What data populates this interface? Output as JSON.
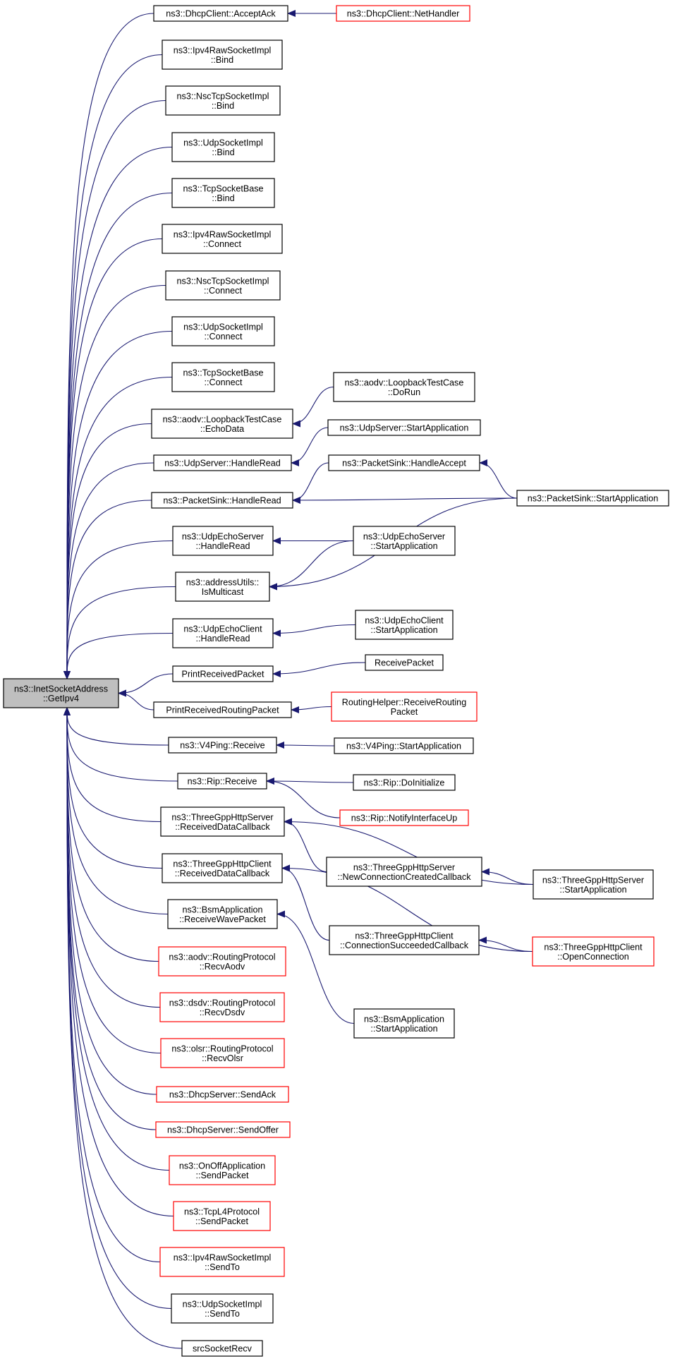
{
  "diagram": {
    "kind": "caller graph",
    "edge_color": "#191970",
    "focus_fill": "#bfbfbf",
    "incomplete_border_color": "#ff0000",
    "nodes": [
      {
        "id": "root",
        "lines": [
          "ns3::InetSocketAddress",
          "::GetIpv4"
        ],
        "style": "focus"
      },
      {
        "id": "n1",
        "lines": [
          "ns3::DhcpClient::AcceptAck"
        ],
        "style": "normal"
      },
      {
        "id": "n2",
        "lines": [
          "ns3::Ipv4RawSocketImpl",
          "::Bind"
        ],
        "style": "normal"
      },
      {
        "id": "n3",
        "lines": [
          "ns3::NscTcpSocketImpl",
          "::Bind"
        ],
        "style": "normal"
      },
      {
        "id": "n4",
        "lines": [
          "ns3::UdpSocketImpl",
          "::Bind"
        ],
        "style": "normal"
      },
      {
        "id": "n5",
        "lines": [
          "ns3::TcpSocketBase",
          "::Bind"
        ],
        "style": "normal"
      },
      {
        "id": "n6",
        "lines": [
          "ns3::Ipv4RawSocketImpl",
          "::Connect"
        ],
        "style": "normal"
      },
      {
        "id": "n7",
        "lines": [
          "ns3::NscTcpSocketImpl",
          "::Connect"
        ],
        "style": "normal"
      },
      {
        "id": "n8",
        "lines": [
          "ns3::UdpSocketImpl",
          "::Connect"
        ],
        "style": "normal"
      },
      {
        "id": "n9",
        "lines": [
          "ns3::TcpSocketBase",
          "::Connect"
        ],
        "style": "normal"
      },
      {
        "id": "n10",
        "lines": [
          "ns3::aodv::LoopbackTestCase",
          "::EchoData"
        ],
        "style": "normal"
      },
      {
        "id": "n11",
        "lines": [
          "ns3::UdpServer::HandleRead"
        ],
        "style": "normal"
      },
      {
        "id": "n12",
        "lines": [
          "ns3::PacketSink::HandleRead"
        ],
        "style": "normal"
      },
      {
        "id": "n13",
        "lines": [
          "ns3::UdpEchoServer",
          "::HandleRead"
        ],
        "style": "normal"
      },
      {
        "id": "n14",
        "lines": [
          "ns3::addressUtils::",
          "IsMulticast"
        ],
        "style": "normal"
      },
      {
        "id": "n15",
        "lines": [
          "ns3::UdpEchoClient",
          "::HandleRead"
        ],
        "style": "normal"
      },
      {
        "id": "n16",
        "lines": [
          "PrintReceivedPacket"
        ],
        "style": "normal"
      },
      {
        "id": "n17",
        "lines": [
          "PrintReceivedRoutingPacket"
        ],
        "style": "normal"
      },
      {
        "id": "n18",
        "lines": [
          "ns3::V4Ping::Receive"
        ],
        "style": "normal"
      },
      {
        "id": "n19",
        "lines": [
          "ns3::Rip::Receive"
        ],
        "style": "normal"
      },
      {
        "id": "n20",
        "lines": [
          "ns3::ThreeGppHttpServer",
          "::ReceivedDataCallback"
        ],
        "style": "normal"
      },
      {
        "id": "n21",
        "lines": [
          "ns3::ThreeGppHttpClient",
          "::ReceivedDataCallback"
        ],
        "style": "normal"
      },
      {
        "id": "n22",
        "lines": [
          "ns3::BsmApplication",
          "::ReceiveWavePacket"
        ],
        "style": "normal"
      },
      {
        "id": "n23",
        "lines": [
          "ns3::aodv::RoutingProtocol",
          "::RecvAodv"
        ],
        "style": "red"
      },
      {
        "id": "n24",
        "lines": [
          "ns3::dsdv::RoutingProtocol",
          "::RecvDsdv"
        ],
        "style": "red"
      },
      {
        "id": "n25",
        "lines": [
          "ns3::olsr::RoutingProtocol",
          "::RecvOlsr"
        ],
        "style": "red"
      },
      {
        "id": "n26",
        "lines": [
          "ns3::DhcpServer::SendAck"
        ],
        "style": "red"
      },
      {
        "id": "n27",
        "lines": [
          "ns3::DhcpServer::SendOffer"
        ],
        "style": "red"
      },
      {
        "id": "n28",
        "lines": [
          "ns3::OnOffApplication",
          "::SendPacket"
        ],
        "style": "red"
      },
      {
        "id": "n29",
        "lines": [
          "ns3::TcpL4Protocol",
          "::SendPacket"
        ],
        "style": "red"
      },
      {
        "id": "n30",
        "lines": [
          "ns3::Ipv4RawSocketImpl",
          "::SendTo"
        ],
        "style": "red"
      },
      {
        "id": "n31",
        "lines": [
          "ns3::UdpSocketImpl",
          "::SendTo"
        ],
        "style": "normal"
      },
      {
        "id": "n32",
        "lines": [
          "srcSocketRecv"
        ],
        "style": "normal"
      },
      {
        "id": "m1",
        "lines": [
          "ns3::DhcpClient::NetHandler"
        ],
        "style": "red"
      },
      {
        "id": "m2",
        "lines": [
          "ns3::aodv::LoopbackTestCase",
          "::DoRun"
        ],
        "style": "normal"
      },
      {
        "id": "m3",
        "lines": [
          "ns3::UdpServer::StartApplication"
        ],
        "style": "normal"
      },
      {
        "id": "m4",
        "lines": [
          "ns3::PacketSink::HandleAccept"
        ],
        "style": "normal"
      },
      {
        "id": "m5",
        "lines": [
          "ns3::UdpEchoServer",
          "::StartApplication"
        ],
        "style": "normal"
      },
      {
        "id": "m6",
        "lines": [
          "ns3::UdpEchoClient",
          "::StartApplication"
        ],
        "style": "normal"
      },
      {
        "id": "m7",
        "lines": [
          "ReceivePacket"
        ],
        "style": "normal"
      },
      {
        "id": "m8",
        "lines": [
          "RoutingHelper::ReceiveRouting",
          "Packet"
        ],
        "style": "red"
      },
      {
        "id": "m9",
        "lines": [
          "ns3::V4Ping::StartApplication"
        ],
        "style": "normal"
      },
      {
        "id": "m10",
        "lines": [
          "ns3::Rip::DoInitialize"
        ],
        "style": "normal"
      },
      {
        "id": "m11",
        "lines": [
          "ns3::Rip::NotifyInterfaceUp"
        ],
        "style": "red"
      },
      {
        "id": "m12",
        "lines": [
          "ns3::ThreeGppHttpServer",
          "::NewConnectionCreatedCallback"
        ],
        "style": "normal"
      },
      {
        "id": "m13",
        "lines": [
          "ns3::ThreeGppHttpClient",
          "::ConnectionSucceededCallback"
        ],
        "style": "normal"
      },
      {
        "id": "m14",
        "lines": [
          "ns3::BsmApplication",
          "::StartApplication"
        ],
        "style": "normal"
      },
      {
        "id": "r1",
        "lines": [
          "ns3::PacketSink::StartApplication"
        ],
        "style": "normal"
      },
      {
        "id": "r2",
        "lines": [
          "ns3::ThreeGppHttpServer",
          "::StartApplication"
        ],
        "style": "normal"
      },
      {
        "id": "r3",
        "lines": [
          "ns3::ThreeGppHttpClient",
          "::OpenConnection"
        ],
        "style": "red"
      }
    ],
    "edges": [
      {
        "from": "n1",
        "to": "root"
      },
      {
        "from": "n2",
        "to": "root"
      },
      {
        "from": "n3",
        "to": "root"
      },
      {
        "from": "n4",
        "to": "root"
      },
      {
        "from": "n5",
        "to": "root"
      },
      {
        "from": "n6",
        "to": "root"
      },
      {
        "from": "n7",
        "to": "root"
      },
      {
        "from": "n8",
        "to": "root"
      },
      {
        "from": "n9",
        "to": "root"
      },
      {
        "from": "n10",
        "to": "root"
      },
      {
        "from": "n11",
        "to": "root"
      },
      {
        "from": "n12",
        "to": "root"
      },
      {
        "from": "n13",
        "to": "root"
      },
      {
        "from": "n14",
        "to": "root"
      },
      {
        "from": "n15",
        "to": "root"
      },
      {
        "from": "n16",
        "to": "root"
      },
      {
        "from": "n17",
        "to": "root"
      },
      {
        "from": "n18",
        "to": "root"
      },
      {
        "from": "n19",
        "to": "root"
      },
      {
        "from": "n20",
        "to": "root"
      },
      {
        "from": "n21",
        "to": "root"
      },
      {
        "from": "n22",
        "to": "root"
      },
      {
        "from": "n23",
        "to": "root"
      },
      {
        "from": "n24",
        "to": "root"
      },
      {
        "from": "n25",
        "to": "root"
      },
      {
        "from": "n26",
        "to": "root"
      },
      {
        "from": "n27",
        "to": "root"
      },
      {
        "from": "n28",
        "to": "root"
      },
      {
        "from": "n29",
        "to": "root"
      },
      {
        "from": "n30",
        "to": "root"
      },
      {
        "from": "n31",
        "to": "root"
      },
      {
        "from": "n32",
        "to": "root"
      },
      {
        "from": "m1",
        "to": "n1"
      },
      {
        "from": "m2",
        "to": "n10"
      },
      {
        "from": "m3",
        "to": "n11"
      },
      {
        "from": "m4",
        "to": "n12"
      },
      {
        "from": "r1",
        "to": "n12"
      },
      {
        "from": "r1",
        "to": "m4"
      },
      {
        "from": "m5",
        "to": "n13"
      },
      {
        "from": "m5",
        "to": "n14"
      },
      {
        "from": "r1",
        "to": "n14"
      },
      {
        "from": "m6",
        "to": "n15"
      },
      {
        "from": "m7",
        "to": "n16"
      },
      {
        "from": "m8",
        "to": "n17"
      },
      {
        "from": "m9",
        "to": "n18"
      },
      {
        "from": "m10",
        "to": "n19"
      },
      {
        "from": "m11",
        "to": "n19"
      },
      {
        "from": "r2",
        "to": "n20"
      },
      {
        "from": "m12",
        "to": "n20"
      },
      {
        "from": "r2",
        "to": "m12"
      },
      {
        "from": "m13",
        "to": "n21"
      },
      {
        "from": "r3",
        "to": "n21"
      },
      {
        "from": "r3",
        "to": "m13"
      },
      {
        "from": "m14",
        "to": "n22"
      }
    ]
  }
}
